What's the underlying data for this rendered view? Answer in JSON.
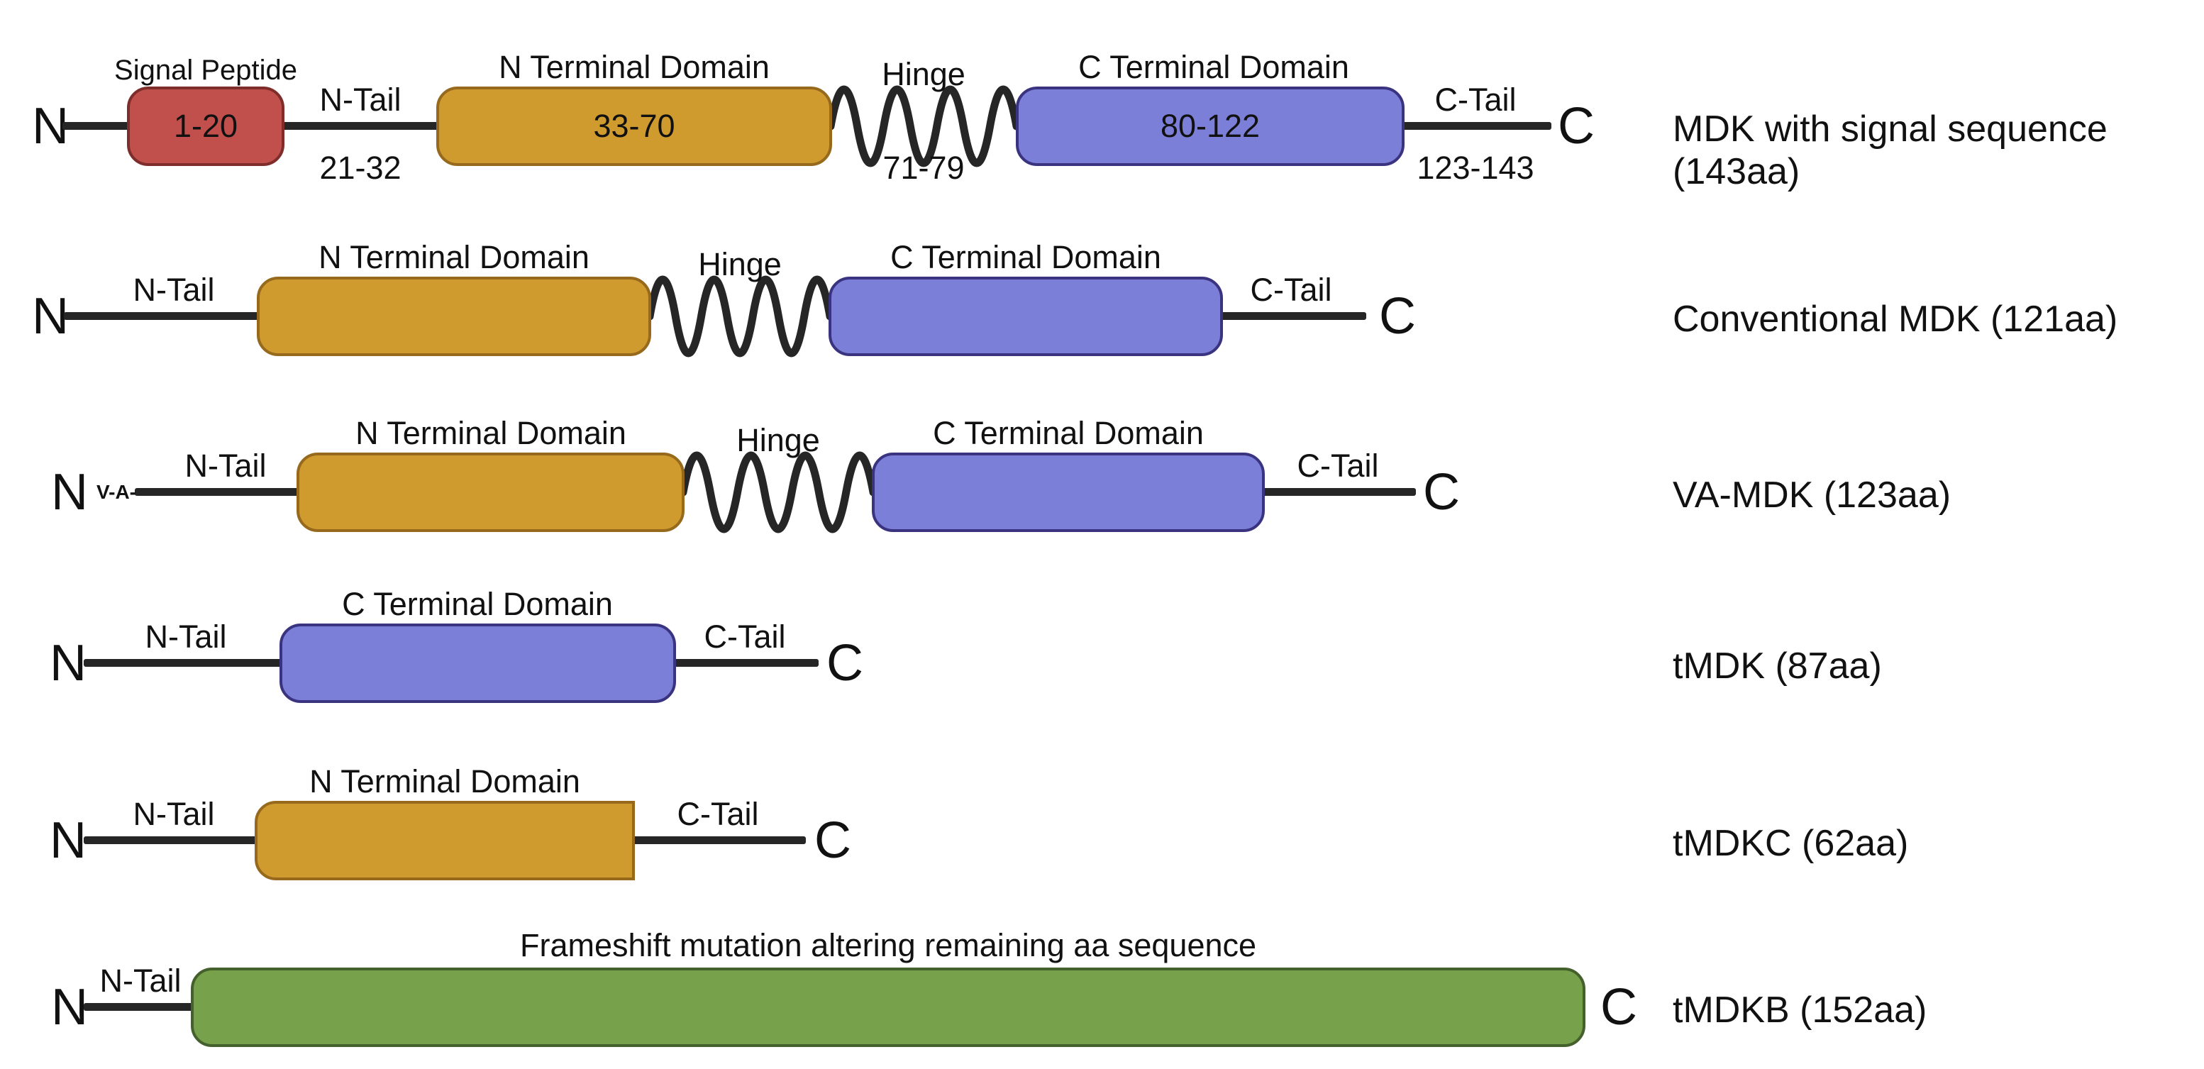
{
  "figure": {
    "terminus_n": "N",
    "terminus_c": "C",
    "n_tail": "N-Tail",
    "c_tail": "C-Tail",
    "hinge": "Hinge",
    "rows": [
      {
        "name_line1": "MDK with signal sequence",
        "name_line2": "(143aa)",
        "signal_peptide_title": "Signal Peptide",
        "signal_peptide_range": "1-20",
        "n_tail_range": "21-32",
        "n_term_title": "N Terminal Domain",
        "n_term_range": "33-70",
        "hinge_range": "71-79",
        "c_term_title": "C Terminal Domain",
        "c_term_range": "80-122",
        "c_tail_range": "123-143"
      },
      {
        "name": "Conventional MDK (121aa)",
        "n_term_title": "N Terminal Domain",
        "c_term_title": "C Terminal Domain"
      },
      {
        "name": "VA-MDK (123aa)",
        "va_prefix": "V-A-",
        "n_term_title": "N Terminal Domain",
        "c_term_title": "C Terminal Domain"
      },
      {
        "name": "tMDK (87aa)",
        "c_term_title": "C Terminal Domain"
      },
      {
        "name": "tMDKC (62aa)",
        "n_term_title": "N Terminal Domain"
      },
      {
        "name": "tMDKB (152aa)",
        "frameshift_title": "Frameshift mutation altering remaining aa sequence"
      }
    ]
  },
  "colors": {
    "signal_peptide_fill": "#C1504C",
    "signal_peptide_border": "#7E2D2B",
    "n_terminal_domain_fill": "#CF9B2E",
    "n_terminal_domain_border": "#96691C",
    "c_terminal_domain_fill": "#7C7FD8",
    "c_terminal_domain_border": "#3A3480",
    "frameshift_fill": "#78A14C",
    "frameshift_border": "#44612D",
    "backbone_line": "#262626",
    "text": "#111111",
    "background": "#ffffff"
  }
}
